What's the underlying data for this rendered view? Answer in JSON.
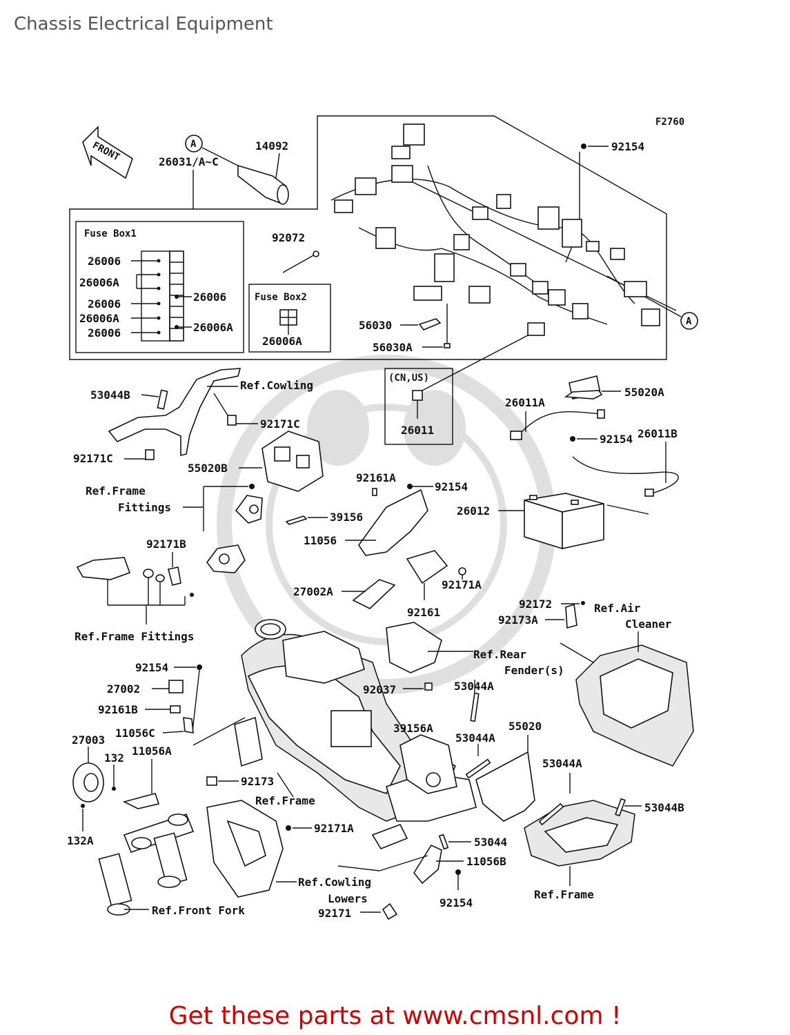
{
  "page": {
    "title": "Chassis Electrical Equipment",
    "footer": "Get these parts at www.cmsnl.com !"
  },
  "diagram": {
    "figure_code": "F2760",
    "front_label": "FRONT",
    "ref_marker": "A",
    "fuse_box1": {
      "title": "Fuse Box1",
      "left_labels": [
        "26006",
        "26006A",
        "26006",
        "26006A",
        "26006"
      ],
      "right_labels": [
        "26006",
        "26006A"
      ]
    },
    "fuse_box2": {
      "title": "Fuse Box2",
      "label": "26006A"
    },
    "cn_us_box": {
      "title": "(CN,US)",
      "label": "26011"
    },
    "part_labels": [
      {
        "id": "p14092",
        "text": "14092"
      },
      {
        "id": "p26031",
        "text": "26031/A~C"
      },
      {
        "id": "p92154a",
        "text": "92154"
      },
      {
        "id": "p92072",
        "text": "92072"
      },
      {
        "id": "p56030",
        "text": "56030"
      },
      {
        "id": "p56030A",
        "text": "56030A"
      },
      {
        "id": "p53044B",
        "text": "53044B"
      },
      {
        "id": "pRefCowling",
        "text": "Ref.Cowling"
      },
      {
        "id": "p92171C1",
        "text": "92171C"
      },
      {
        "id": "p92171C2",
        "text": "92171C"
      },
      {
        "id": "p55020A",
        "text": "55020A"
      },
      {
        "id": "p26011A",
        "text": "26011A"
      },
      {
        "id": "p92154b",
        "text": "92154"
      },
      {
        "id": "p26011B",
        "text": "26011B"
      },
      {
        "id": "p55020B",
        "text": "55020B"
      },
      {
        "id": "pRefFrameFit1",
        "text": "Ref.Frame"
      },
      {
        "id": "pRefFrameFit2",
        "text": "Fittings"
      },
      {
        "id": "p92161A",
        "text": "92161A"
      },
      {
        "id": "p92154c",
        "text": "92154"
      },
      {
        "id": "p39156",
        "text": "39156"
      },
      {
        "id": "p26012",
        "text": "26012"
      },
      {
        "id": "p11056",
        "text": "11056"
      },
      {
        "id": "p92171B",
        "text": "92171B"
      },
      {
        "id": "p92171A1",
        "text": "92171A"
      },
      {
        "id": "p27002A",
        "text": "27002A"
      },
      {
        "id": "p92161",
        "text": "92161"
      },
      {
        "id": "p92172",
        "text": "92172"
      },
      {
        "id": "pRefAir1",
        "text": "Ref.Air"
      },
      {
        "id": "pRefAir2",
        "text": "Cleaner"
      },
      {
        "id": "p92173A",
        "text": "92173A"
      },
      {
        "id": "pRefFrameFittings",
        "text": "Ref.Frame Fittings"
      },
      {
        "id": "pRefRear1",
        "text": "Ref.Rear"
      },
      {
        "id": "pRefRear2",
        "text": "Fender(s)"
      },
      {
        "id": "p92154d",
        "text": "92154"
      },
      {
        "id": "p27002",
        "text": "27002"
      },
      {
        "id": "p92037",
        "text": "92037"
      },
      {
        "id": "p53044A1",
        "text": "53044A"
      },
      {
        "id": "p92161B",
        "text": "92161B"
      },
      {
        "id": "p11056C",
        "text": "11056C"
      },
      {
        "id": "p39156A",
        "text": "39156A"
      },
      {
        "id": "p55020",
        "text": "55020"
      },
      {
        "id": "p27003",
        "text": "27003"
      },
      {
        "id": "p53044A2",
        "text": "53044A"
      },
      {
        "id": "p132",
        "text": "132"
      },
      {
        "id": "p11056A",
        "text": "11056A"
      },
      {
        "id": "p53044A3",
        "text": "53044A"
      },
      {
        "id": "p92173",
        "text": "92173"
      },
      {
        "id": "pRefFrame1",
        "text": "Ref.Frame"
      },
      {
        "id": "p53044B2",
        "text": "53044B"
      },
      {
        "id": "p92171A2",
        "text": "92171A"
      },
      {
        "id": "p132A",
        "text": "132A"
      },
      {
        "id": "p53044",
        "text": "53044"
      },
      {
        "id": "p11056B",
        "text": "11056B"
      },
      {
        "id": "pRefCowlLow1",
        "text": "Ref.Cowling"
      },
      {
        "id": "pRefCowlLow2",
        "text": "Lowers"
      },
      {
        "id": "p92154e",
        "text": "92154"
      },
      {
        "id": "pRefFrame2",
        "text": "Ref.Frame"
      },
      {
        "id": "p92171",
        "text": "92171"
      },
      {
        "id": "pRefFrontFork",
        "text": "Ref.Front Fork"
      }
    ]
  }
}
